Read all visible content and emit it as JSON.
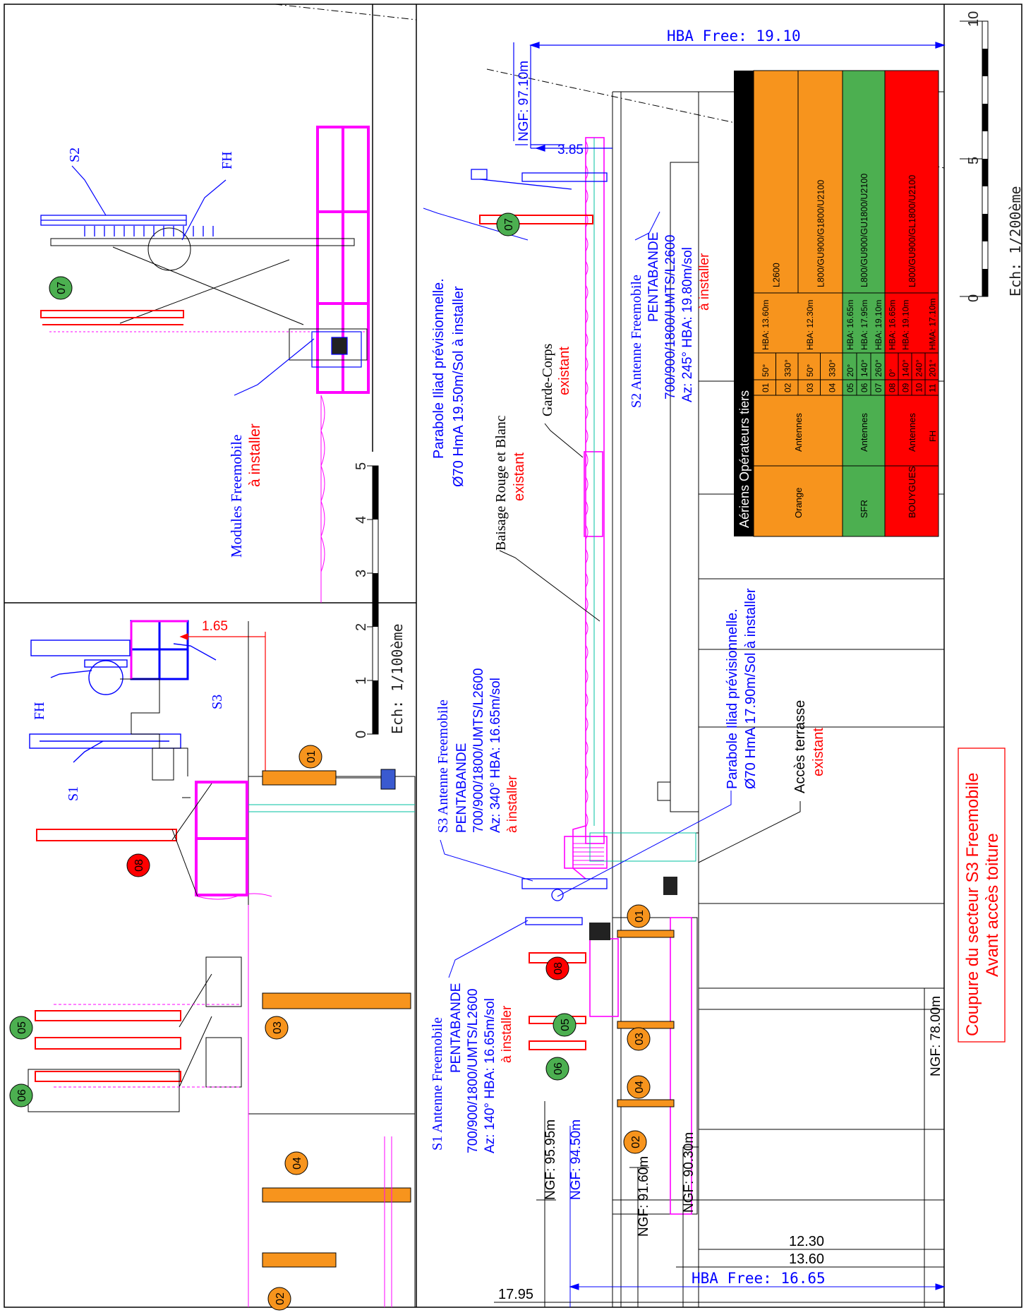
{
  "colors": {
    "orange": "#f7941d",
    "green": "#4caf50",
    "red": "#ff0000",
    "blue": "#0000ff",
    "magenta": "#ff00ff",
    "black": "#000000",
    "cyan": "#00c0a0",
    "title_red": "#ff0000"
  },
  "title_box": {
    "line1": "Coupure du secteur S3 Freemobile",
    "line2": "Avant  accès toiture"
  },
  "scale_top": {
    "label": "Ech: 1/200ème",
    "ticks": [
      "0",
      "5",
      "10"
    ]
  },
  "scale_mid": {
    "label": "Ech: 1/100ème",
    "ticks": [
      "0",
      "1",
      "2",
      "3",
      "4",
      "5"
    ]
  },
  "table": {
    "title": "Aériens Opérateurs tiers",
    "groups": [
      {
        "operator": "Orange",
        "type": "Antennes",
        "color": "#f7941d",
        "rows": [
          {
            "num": "01",
            "az": "50°",
            "hba": "HBA: 13.60m"
          },
          {
            "num": "02",
            "az": "330°",
            "hba": ""
          },
          {
            "num": "03",
            "az": "50°",
            "hba": "HBA: 12.30m"
          },
          {
            "num": "04",
            "az": "330°",
            "hba": ""
          }
        ],
        "bands": [
          {
            "label": "L2600"
          },
          {
            "label": "L800/GU900/G1800/U2100"
          }
        ]
      },
      {
        "operator": "SFR",
        "type": "Antennes",
        "color": "#4caf50",
        "rows": [
          {
            "num": "05",
            "az": "20°",
            "hba": "HBA: 16.65m"
          },
          {
            "num": "06",
            "az": "140°",
            "hba": "HBA: 17.95m"
          },
          {
            "num": "07",
            "az": "260°",
            "hba": "HBA: 19.10m"
          }
        ],
        "bands": [
          {
            "label": "L800/GU900/GU1800/U2100"
          }
        ]
      },
      {
        "operator": "BOUYGUES",
        "type": "Antennes",
        "type2": "FH",
        "color": "#ff0000",
        "rows": [
          {
            "num": "08",
            "az": "0°",
            "hba": "HBA: 16.65m"
          },
          {
            "num": "09",
            "az": "140°",
            "hba": "HBA: 19.10m"
          },
          {
            "num": "10",
            "az": "240°",
            "hba": ""
          },
          {
            "num": "11",
            "az": "201°",
            "hba": "HMA: 17.10m"
          }
        ],
        "bands": [
          {
            "label": "L800/GU900/GL1800/U2100"
          }
        ]
      }
    ]
  },
  "dimensions": {
    "hba_free_top": "HBA Free: 19.10",
    "ngf_97": "NGF: 97.10m",
    "dim_385": "3.85",
    "dim_165": "1.65",
    "ngf_78": "NGF: 78.00m",
    "ngf_9595": "NGF: 95.95m",
    "ngf_9450": "NGF: 94.50m",
    "ngf_9160": "NGF: 91.60m",
    "ngf_9030": "NGF: 90.30m",
    "dim_1230": "12.30",
    "dim_1360": "13.60",
    "hba_free_bottom": "HBA Free: 16.65",
    "dim_1795": "17.95"
  },
  "annotations": {
    "s2": "S2",
    "fh_top": "FH",
    "modules_line1": "Modules Freemobile",
    "modules_line2": "à installer",
    "fh_mid": "FH",
    "s3": "S3",
    "s1": "S1",
    "parab1_line1": "Parabole Iliad prévisionnelle.",
    "parab1_line2": "Ø70 HmA 19.50m/Sol à installer",
    "baisage_line1": "Baisage Rouge et Blanc",
    "baisage_line2": "existant",
    "garde_line1": "Garde-Corps",
    "garde_line2": "existant",
    "s2ant_line1": "S2 Antenne Freemobile",
    "s2ant_line2": "PENTABANDE",
    "s2ant_line3": "700/900/1800/UMTS/L2600",
    "s2ant_line4": "Az: 245° HBA: 19.80m/sol",
    "s2ant_line5": "à installer",
    "s3ant_line1": "S3 Antenne Freemobile",
    "s3ant_line2": "PENTABANDE",
    "s3ant_line3": "700/900/1800/UMTS/L2600",
    "s3ant_line4": "Az: 340° HBA: 16.65m/sol",
    "s3ant_line5": "à installer",
    "parab2_line1": "Parabole Iliad prévisionnelle.",
    "parab2_line2": "Ø70 HmA 17.90m/Sol à installer",
    "acces_line1": "Accès terrasse",
    "acces_line2": "existant",
    "s1ant_line1": "S1 Antenne Freemobile",
    "s1ant_line2": "PENTABANDE",
    "s1ant_line3": "700/900/1800/UMTS/L2600",
    "s1ant_line4": "Az: 140° HBA: 16.65m/sol",
    "s1ant_line5": "à installer"
  },
  "markers": [
    {
      "id": "07",
      "color": "#4caf50"
    },
    {
      "id": "07",
      "color": "#4caf50"
    },
    {
      "id": "01",
      "color": "#f7941d"
    },
    {
      "id": "08",
      "color": "#ff0000"
    },
    {
      "id": "05",
      "color": "#4caf50"
    },
    {
      "id": "03",
      "color": "#f7941d"
    },
    {
      "id": "06",
      "color": "#4caf50"
    },
    {
      "id": "04",
      "color": "#f7941d"
    },
    {
      "id": "02",
      "color": "#f7941d"
    },
    {
      "id": "01",
      "color": "#f7941d"
    },
    {
      "id": "08",
      "color": "#ff0000"
    },
    {
      "id": "05",
      "color": "#4caf50"
    },
    {
      "id": "03",
      "color": "#f7941d"
    },
    {
      "id": "06",
      "color": "#4caf50"
    },
    {
      "id": "04",
      "color": "#f7941d"
    },
    {
      "id": "02",
      "color": "#f7941d"
    }
  ]
}
